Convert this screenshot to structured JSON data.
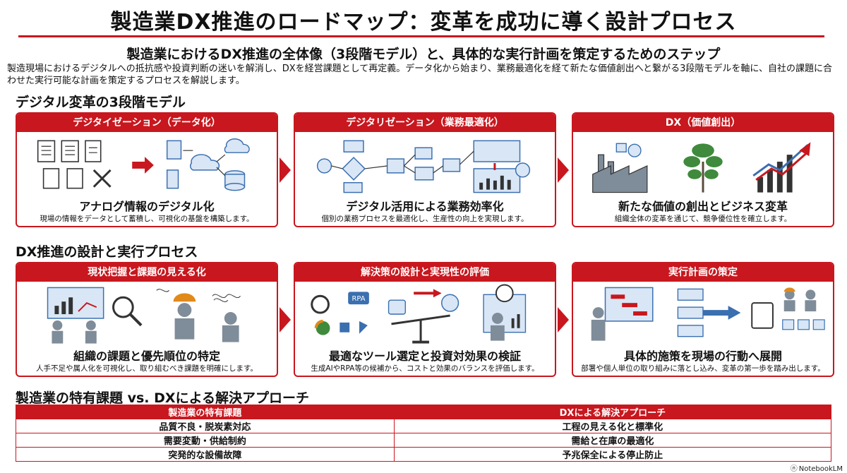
{
  "header": {
    "title": "製造業DX推進のロードマップ：変革を成功に導く設計プロセス",
    "subtitle": "製造業におけるDX推進の全体像（3段階モデル）と、具体的な実行計画を策定するためのステップ",
    "intro": "製造現場におけるデジタルへの抵抗感や投資判断の迷いを解消し、DXを経営課題として再定義。データ化から始まり、業務最適化を経て新たな価値創出へと繋がる3段階モデルを軸に、自社の課題に合わせた実行可能な計画を策定するプロセスを解説します。"
  },
  "section1": {
    "heading": "デジタル変革の3段階モデル",
    "cards": [
      {
        "head": "デジタイゼーション（データ化）",
        "caption": "アナログ情報のデジタル化",
        "desc": "現場の情報をデータとして蓄積し、可視化の基盤を構築します。"
      },
      {
        "head": "デジタリゼーション（業務最適化）",
        "caption": "デジタル活用による業務効率化",
        "desc": "個別の業務プロセスを最適化し、生産性の向上を実現します。"
      },
      {
        "head": "DX（価値創出）",
        "caption": "新たな価値の創出とビジネス変革",
        "desc": "組織全体の変革を通じて、競争優位性を確立します。"
      }
    ]
  },
  "section2": {
    "heading": "DX推進の設計と実行プロセス",
    "cards": [
      {
        "head": "現状把握と課題の見える化",
        "caption": "組織の課題と優先順位の特定",
        "desc": "人手不足や属人化を可視化し、取り組むべき課題を明確にします。"
      },
      {
        "head": "解決策の設計と実現性の評価",
        "caption": "最適なツール選定と投資対効果の検証",
        "desc": "生成AIやRPA等の候補から、コストと効果のバランスを評価します。",
        "rpa_label": "RPA"
      },
      {
        "head": "実行計画の策定",
        "caption": "具体的施策を現場の行動へ展開",
        "desc": "部署や個人単位の取り組みに落とし込み、変革の第一歩を踏み出します。"
      }
    ]
  },
  "section3": {
    "heading": "製造業の特有課題 vs. DXによる解決アプローチ",
    "col1": "製造業の特有課題",
    "col2": "DXによる解決アプローチ",
    "rows": [
      {
        "issue": "品質不良・脱炭素対応",
        "solution": "工程の見える化と標準化"
      },
      {
        "issue": "需要変動・供給制約",
        "solution": "需給と在庫の最適化"
      },
      {
        "issue": "突発的な設備故障",
        "solution": "予兆保全による停止防止"
      }
    ]
  },
  "brand": "NotebookLM",
  "colors": {
    "accent": "#c8171e",
    "blue": "#3a6fb0",
    "green": "#3f8a3c"
  }
}
